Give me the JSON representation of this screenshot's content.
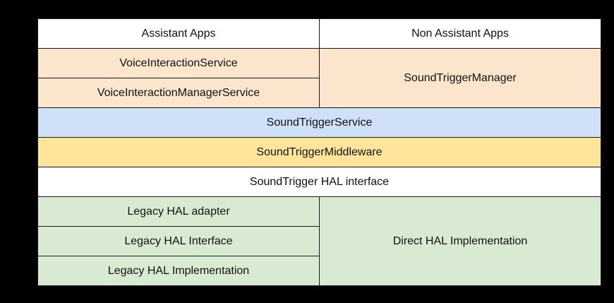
{
  "diagram": {
    "type": "layered-architecture-table",
    "columns": [
      "Assistant Apps",
      "Non Assistant Apps"
    ],
    "colors": {
      "white": "#ffffff",
      "peach": "#fce5cd",
      "blue": "#cfe0f8",
      "yellow": "#ffe599",
      "green": "#d9ead3",
      "border": "#1a1a1a",
      "background": "#000000",
      "text": "#111111"
    },
    "header": {
      "left": "Assistant Apps",
      "right": "Non Assistant Apps"
    },
    "rows": [
      {
        "id": "app-layer-1",
        "left": "VoiceInteractionService",
        "right": "SoundTriggerManager",
        "left_color": "peach",
        "right_color": "peach"
      },
      {
        "id": "app-layer-2",
        "left": "VoiceInteractionManagerService",
        "left_color": "peach"
      },
      {
        "id": "service-layer",
        "full": "SoundTriggerService",
        "color": "blue"
      },
      {
        "id": "middleware-layer",
        "full": "SoundTriggerMiddleware",
        "color": "yellow"
      },
      {
        "id": "hal-interface-layer",
        "full": "SoundTrigger HAL interface",
        "color": "white"
      },
      {
        "id": "hal-impl-1",
        "left": "Legacy HAL adapter",
        "right": "Direct HAL Implementation",
        "left_color": "green",
        "right_color": "green"
      },
      {
        "id": "hal-impl-2",
        "left": "Legacy HAL Interface",
        "left_color": "green"
      },
      {
        "id": "hal-impl-3",
        "left": "Legacy HAL Implementation",
        "left_color": "green"
      }
    ]
  }
}
